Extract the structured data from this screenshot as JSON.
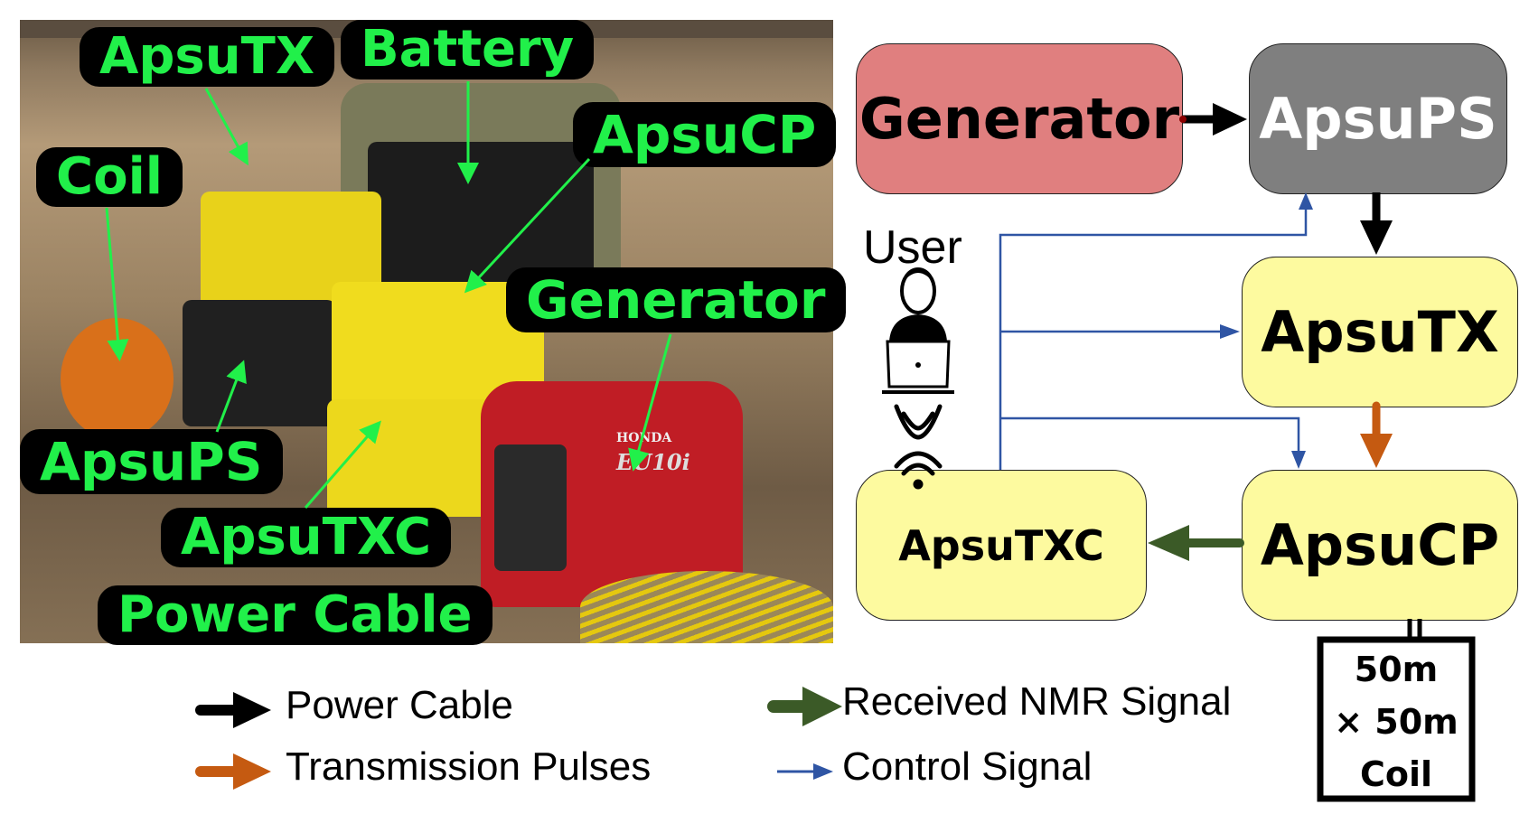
{
  "photo": {
    "labels": {
      "apsutx": "ApsuTX",
      "battery": "Battery",
      "coil": "Coil",
      "apsucp": "ApsuCP",
      "generator": "Generator",
      "apsups": "ApsuPS",
      "apsutxc": "ApsuTXC",
      "power_cable": "Power Cable"
    },
    "generator_brand": "HONDA",
    "generator_model": "EU10i"
  },
  "diagram": {
    "nodes": {
      "generator": "Generator",
      "apsups": "ApsuPS",
      "apsutx": "ApsuTX",
      "apsucp": "ApsuCP",
      "apsutxc": "ApsuTXC"
    },
    "user_label": "User",
    "coil": {
      "line1": "50m",
      "line2": "× 50m",
      "line3": "Coil"
    },
    "colors": {
      "generator_fill": "#e07f7f",
      "apsups_fill": "#7f7f7f",
      "module_fill": "#fdfa9f",
      "power": "#000000",
      "transmission": "#c55a11",
      "received": "#3b5a27",
      "control": "#2f55a4"
    }
  },
  "legend": {
    "items": [
      {
        "label": "Power Cable",
        "color": "#000000"
      },
      {
        "label": "Transmission Pulses",
        "color": "#c55a11"
      },
      {
        "label": "Received NMR Signal",
        "color": "#3b5a27"
      },
      {
        "label": "Control Signal",
        "color": "#2f55a4"
      }
    ]
  }
}
